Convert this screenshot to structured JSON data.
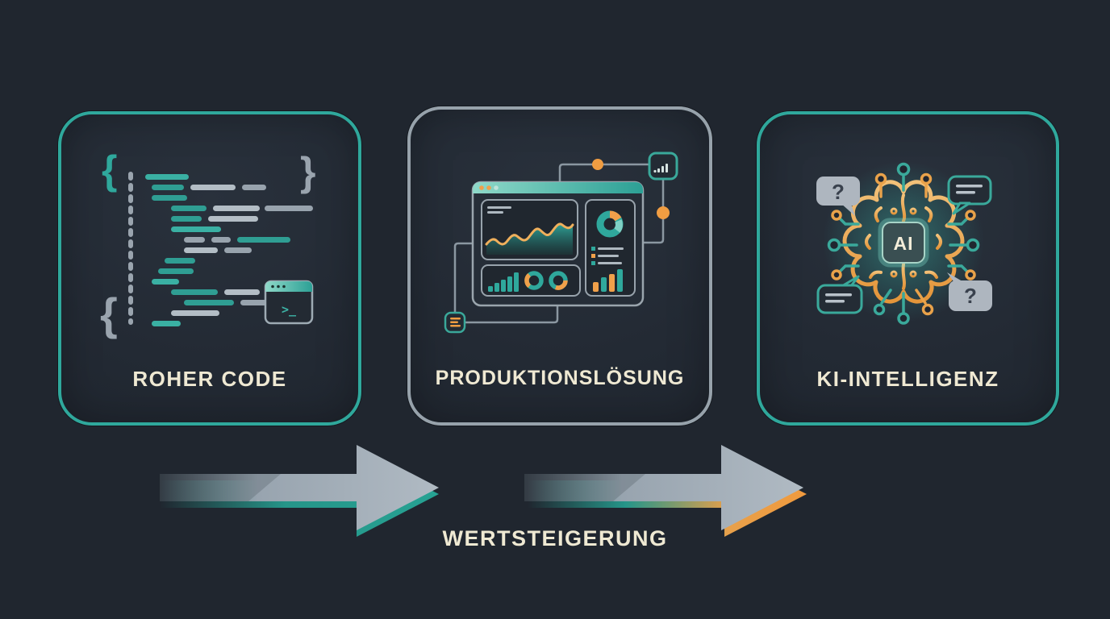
{
  "colors": {
    "background": "#20262f",
    "teal": "#2fa89c",
    "teal_bright": "#3cb3a6",
    "teal_deep": "#1f8a7f",
    "orange": "#f09d42",
    "cream": "#efe9d3",
    "gray_line": "#9aa4ae",
    "silver": "#b9c2ca",
    "card_border_gray": "#97a2ab",
    "arrow_gray": "#a3aeb8",
    "bubble_gray": "#aeb6bf",
    "panel_dark": "#20272f"
  },
  "cards": [
    {
      "id": "raw-code",
      "label": "ROHER CODE"
    },
    {
      "id": "production-solution",
      "label": "PRODUKTIONSLÖSUNG"
    },
    {
      "id": "ai-intelligence",
      "label": "KI-INTELLIGENZ"
    }
  ],
  "flow": {
    "caption": "WERTSTEIGERUNG"
  },
  "glyphs": {
    "open_brace": "{",
    "close_brace": "}",
    "terminal_prompt": ">_",
    "ai_chip": "AI",
    "question_mark": "?"
  }
}
